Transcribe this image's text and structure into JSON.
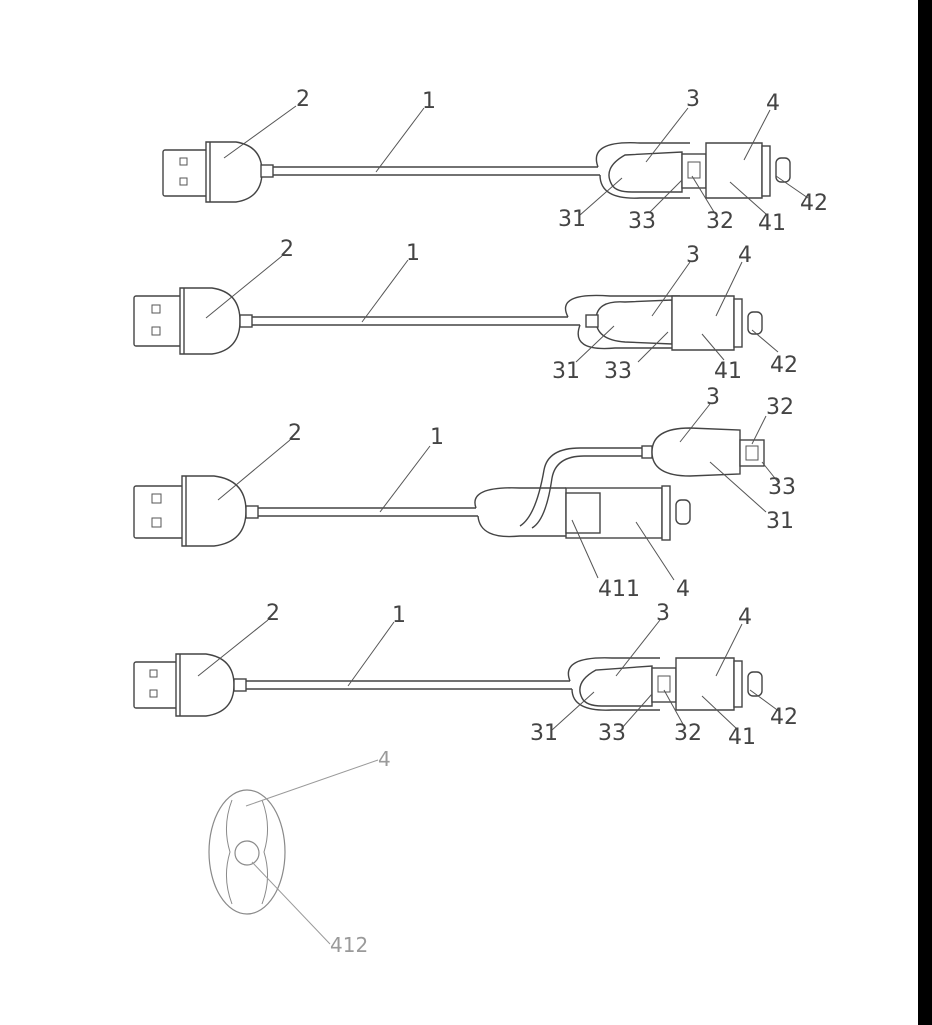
{
  "figures": [
    {
      "id": "fig1",
      "labels": [
        "2",
        "1",
        "3",
        "4",
        "31",
        "33",
        "32",
        "41",
        "42"
      ]
    },
    {
      "id": "fig2",
      "labels": [
        "2",
        "1",
        "3",
        "4",
        "31",
        "33",
        "41",
        "42"
      ]
    },
    {
      "id": "fig3",
      "labels": [
        "2",
        "1",
        "3",
        "32",
        "33",
        "31",
        "411",
        "4"
      ]
    },
    {
      "id": "fig4",
      "labels": [
        "2",
        "1",
        "3",
        "4",
        "31",
        "33",
        "32",
        "41",
        "42"
      ]
    },
    {
      "id": "fig5",
      "labels": [
        "4",
        "412"
      ]
    }
  ]
}
